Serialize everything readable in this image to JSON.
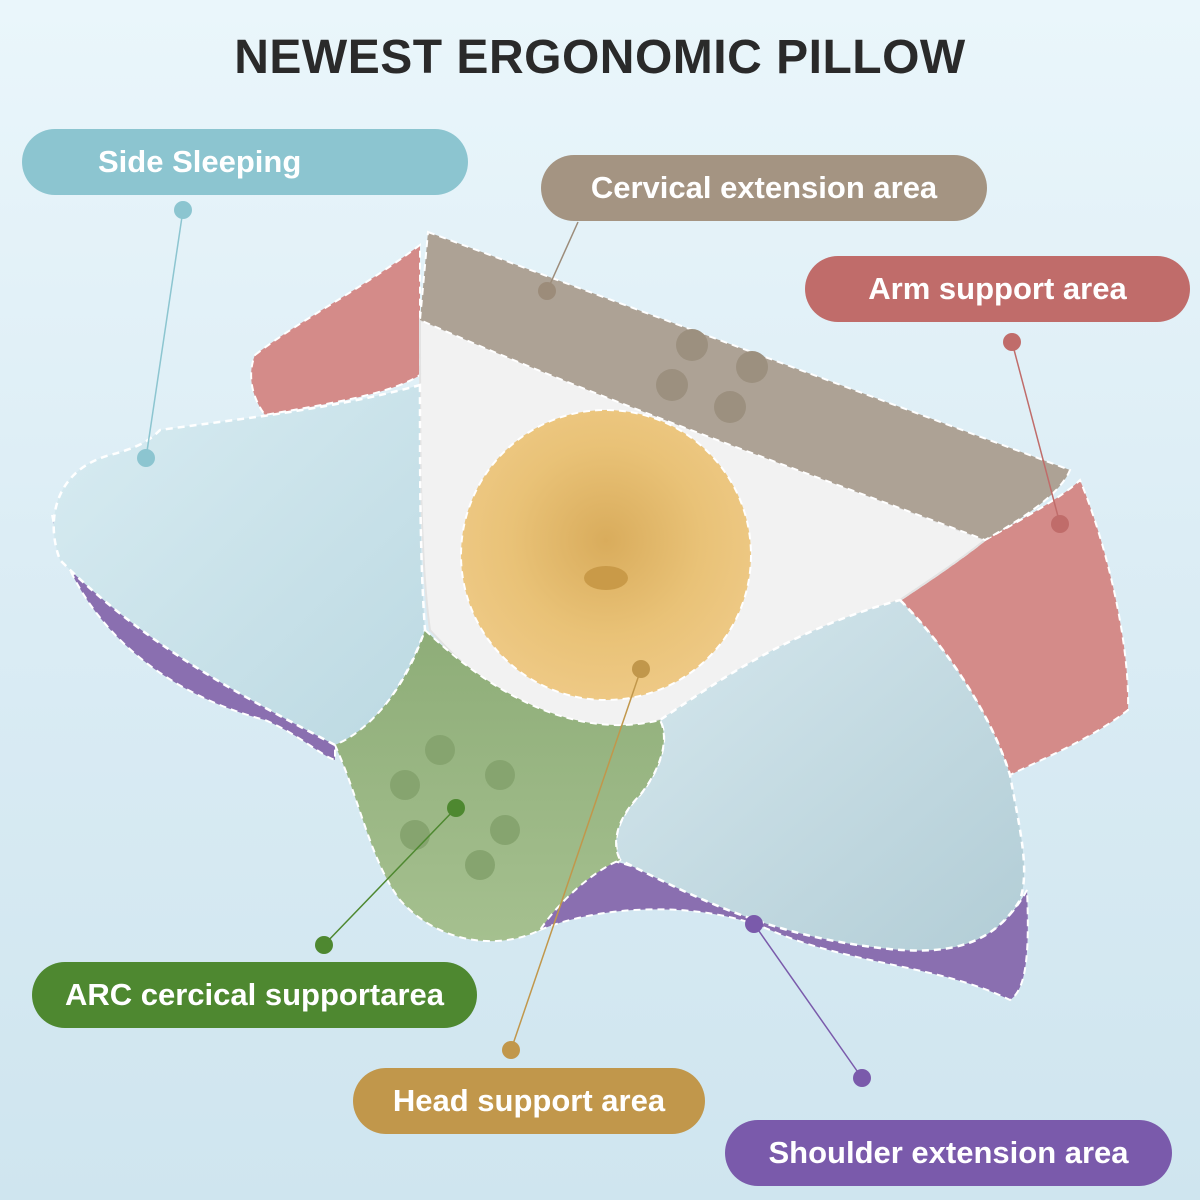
{
  "title": "NEWEST ERGONOMIC PILLOW",
  "labels": {
    "side_sleeping": {
      "text": "Side Sleeping",
      "color": "#8cc5d0",
      "dot": "#8cc5d0"
    },
    "cervical_extension": {
      "text": "Cervical extension area",
      "color": "#a49482",
      "dot": "#9c8c7a"
    },
    "arm_support": {
      "text": "Arm support area",
      "color": "#c06c6a",
      "dot": "#c06c6a"
    },
    "arc_cervical": {
      "text": "ARC cercical supportarea",
      "color": "#4e8830",
      "dot": "#4e8830"
    },
    "head_support": {
      "text": "Head support area",
      "color": "#c1974b",
      "dot": "#c1974b"
    },
    "shoulder_extension": {
      "text": "Shoulder extension area",
      "color": "#7a5aab",
      "dot": "#7a5aab"
    }
  },
  "zone_colors": {
    "cervical_extension": "#ada295",
    "arm_support": "#d48b89",
    "side_sleeping": "#cfe6ed",
    "head_support": "#e9c277",
    "arc_cervical": "#93b07f",
    "shoulder_extension": "#8a6fb0",
    "pillow_base": "#f2f2f2"
  }
}
